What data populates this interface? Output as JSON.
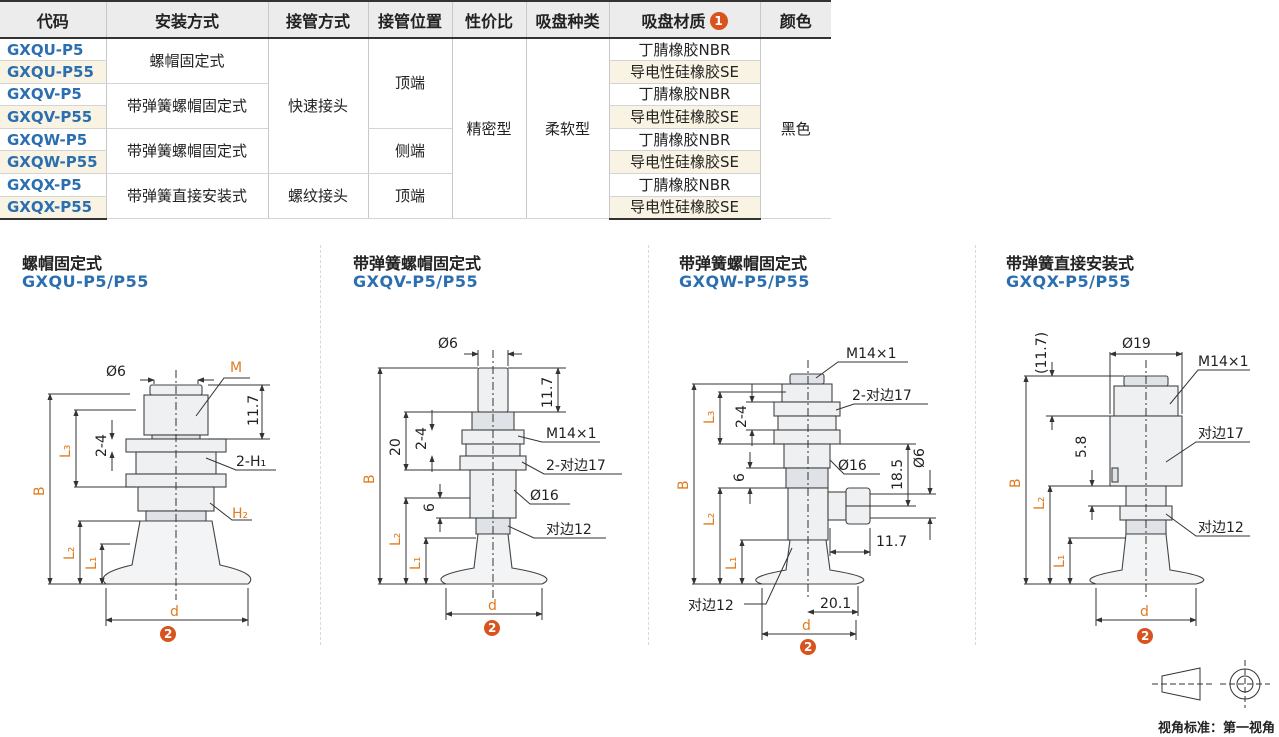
{
  "table": {
    "headers": [
      "代码",
      "安装方式",
      "接管方式",
      "接管位置",
      "性价比",
      "吸盘种类",
      "吸盘材质",
      "颜色"
    ],
    "material_badge": "1",
    "codes": [
      "GXQU-P5",
      "GXQU-P55",
      "GXQV-P5",
      "GXQV-P55",
      "GXQW-P5",
      "GXQW-P55",
      "GXQX-P5",
      "GXQX-P55"
    ],
    "mount": [
      "螺帽固定式",
      "带弹簧螺帽固定式",
      "带弹簧螺帽固定式",
      "带弹簧直接安装式"
    ],
    "fitting": [
      "快速接头",
      "螺纹接头"
    ],
    "position": [
      "顶端",
      "侧端",
      "顶端"
    ],
    "value": "精密型",
    "cup_type": "柔软型",
    "materials": [
      "丁腈橡胶NBR",
      "导电性硅橡胶SE",
      "丁腈橡胶NBR",
      "导电性硅橡胶SE",
      "丁腈橡胶NBR",
      "导电性硅橡胶SE",
      "丁腈橡胶NBR",
      "导电性硅橡胶SE"
    ],
    "color": "黑色"
  },
  "views": [
    {
      "title": "螺帽固定式",
      "code": "GXQU-P5/P55",
      "labels": {
        "phi": "Ø6",
        "m": "M",
        "dim117": "11.7",
        "d24": "2-4",
        "h1": "2-H₁",
        "h2": "H₂",
        "b": "B",
        "l3": "L₃",
        "l2": "L₂",
        "l1": "L₁",
        "d": "d",
        "badge": "2"
      }
    },
    {
      "title": "带弹簧螺帽固定式",
      "code": "GXQV-P5/P55",
      "labels": {
        "phi": "Ø6",
        "dim117": "11.7",
        "d20": "20",
        "d24": "2-4",
        "m14": "M14×1",
        "flat17": "2-对边17",
        "phi16": "Ø16",
        "d6": "6",
        "flat12": "对边12",
        "b": "B",
        "l2": "L₂",
        "l1": "L₁",
        "d": "d",
        "badge": "2"
      }
    },
    {
      "title": "带弹簧螺帽固定式",
      "code": "GXQW-P5/P55",
      "labels": {
        "m14": "M14×1",
        "d24": "2-4",
        "flat17": "2-对边17",
        "phi16": "Ø16",
        "d185": "18.5",
        "phi6": "Ø6",
        "d6": "6",
        "dim117": "11.7",
        "flat12": "对边12",
        "d201": "20.1",
        "b": "B",
        "l3": "L₃",
        "l2": "L₂",
        "l1": "L₁",
        "d": "d",
        "badge": "2"
      }
    },
    {
      "title": "带弹簧直接安装式",
      "code": "GXQX-P5/P55",
      "labels": {
        "phi19": "Ø19",
        "m14": "M14×1",
        "d117": "(11.7)",
        "d58": "5.8",
        "flat17": "对边17",
        "flat12": "对边12",
        "b": "B",
        "l2": "L₂",
        "l1": "L₁",
        "d": "d",
        "badge": "2"
      }
    }
  ],
  "projection_note": "视角标准：第一视角"
}
